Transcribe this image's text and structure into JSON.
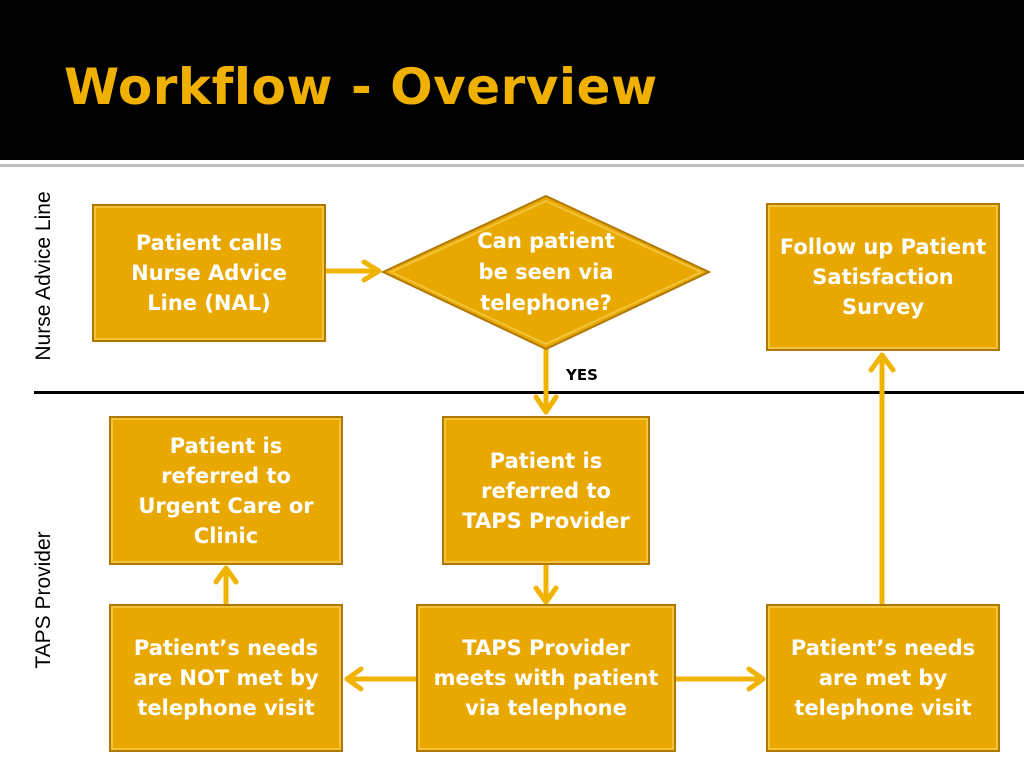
{
  "title": "Workflow - Overview",
  "lanes": {
    "nurse_advice_line": "Nurse Advice Line",
    "taps_provider": "TAPS Provider"
  },
  "nodes": {
    "patient_calls": "Patient calls Nurse Advice Line (NAL)",
    "decision": "Can patient be seen via telephone?",
    "follow_up": "Follow up Patient Satisfaction Survey",
    "referred_urgent": "Patient is referred to Urgent Care or Clinic",
    "referred_taps": "Patient is referred to TAPS Provider",
    "needs_not_met": "Patient’s needs are NOT met by telephone visit",
    "provider_meets": "TAPS Provider meets with patient via telephone",
    "needs_met": "Patient’s needs are met by telephone visit"
  },
  "edge_labels": {
    "yes": "YES"
  },
  "colors": {
    "header_bg": "#000000",
    "title": "#f0b000",
    "box_fill": "#e8a800",
    "box_border": "#b07800",
    "arrow": "#f0b400"
  }
}
